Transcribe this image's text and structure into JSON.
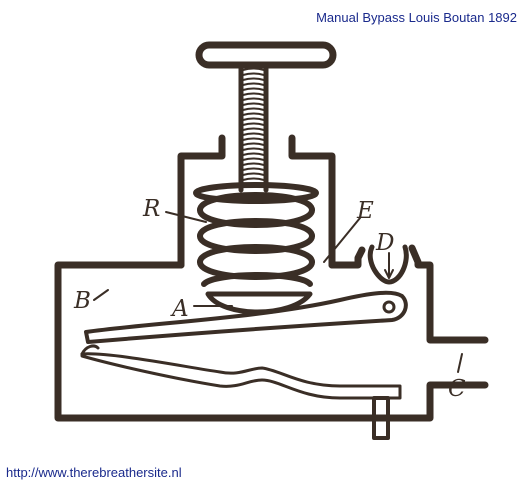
{
  "header": {
    "title": "Manual Bypass Louis Boutan 1892"
  },
  "footer": {
    "url": "http://www.therebreathersite.nl"
  },
  "labels": {
    "R": "R",
    "E": "E",
    "D": "D",
    "B": "B",
    "A": "A",
    "C": "C"
  },
  "colors": {
    "ink": "#3a2e26",
    "caption": "#1a2a8c",
    "background": "#ffffff"
  }
}
